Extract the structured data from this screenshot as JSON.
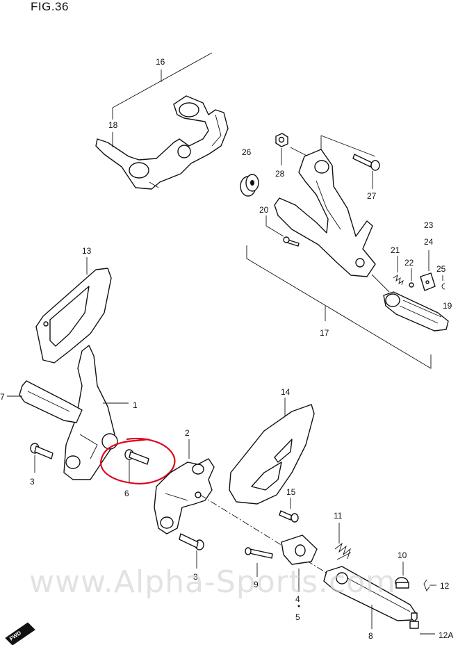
{
  "figure": {
    "title": "FIG.36"
  },
  "callouts": {
    "c1": "1",
    "c2": "2",
    "c3a": "3",
    "c3b": "3",
    "c4": "4",
    "c5": "5",
    "c6": "6",
    "c7": "7",
    "c8": "8",
    "c9": "9",
    "c10": "10",
    "c11": "11",
    "c12": "12",
    "c12a": "12A",
    "c13": "13",
    "c14": "14",
    "c15": "15",
    "c16": "16",
    "c17": "17",
    "c18": "18",
    "c19": "19",
    "c20": "20",
    "c21": "21",
    "c22": "22",
    "c23": "23",
    "c24": "24",
    "c25": "25",
    "c26": "26",
    "c27": "27",
    "c28": "28"
  },
  "watermark": {
    "text": "www.Alpha-Sports.com"
  },
  "fwd_badge": {
    "text": "FWD"
  },
  "highlight": {
    "part": "6",
    "color": "#e0001a"
  }
}
